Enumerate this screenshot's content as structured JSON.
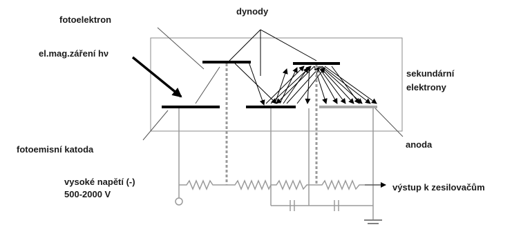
{
  "labels": {
    "photoelectron": "fotoelektron",
    "dynodes": "dynody",
    "radiation": "el.mag.záření hν",
    "secondary_line1": "sekundární",
    "secondary_line2": "elektrony",
    "cathode": "fotoemisní katoda",
    "anode": "anoda",
    "high_voltage_line1": "vysoké napětí (-)",
    "high_voltage_line2": "500-2000 V",
    "output": "výstup k zesilovačům"
  },
  "colors": {
    "line": "#000000",
    "wire": "#9a9a9a",
    "anode": "#a8a8a8",
    "text": "#1a1a1a"
  }
}
